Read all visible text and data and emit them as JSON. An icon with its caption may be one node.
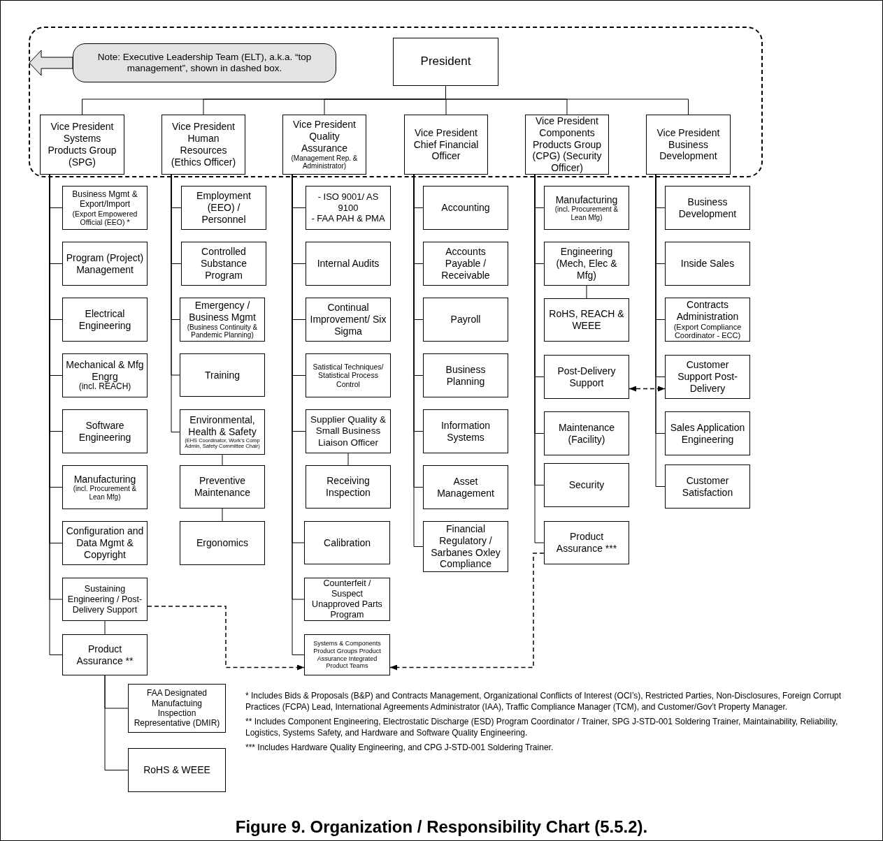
{
  "diagram": {
    "caption": "Figure 9. Organization / Responsibility Chart (5.5.2).",
    "nodes": [
      {
        "text": [],
        "shape": "box"
      },
      {
        "text": [
          "Note: Executive Leadership Team (ELT), a.k.a. “top management”, shown in dashed box."
        ],
        "in": 0
      },
      {
        "text": [
          "President"
        ],
        "in": 0
      },
      {
        "text": [
          "Vice President Systems Products Group (SPG)"
        ],
        "in": 0
      },
      {
        "text": [
          "Vice President Human Resources (Ethics Officer)"
        ],
        "in": 0
      },
      {
        "text": [
          "Vice President Quality Assurance",
          "(Management Rep. & Administrator)"
        ],
        "in": 0
      },
      {
        "text": [
          "Vice President Chief Financial Officer"
        ],
        "in": 0
      },
      {
        "text": [
          "Vice President Components Products Group (CPG) (Security Officer)"
        ],
        "in": 0
      },
      {
        "text": [
          "Vice President Business Development"
        ],
        "in": 0
      },
      {
        "text": [
          "Business Mgmt & Export/Import",
          "(Export Empowered Official (EEO) *"
        ]
      },
      {
        "text": [
          "Program (Project) Management"
        ]
      },
      {
        "text": [
          "Electrical Engineering"
        ]
      },
      {
        "text": [
          "Mechanical & Mfg Engrg",
          "(incl. REACH)"
        ]
      },
      {
        "text": [
          "Software Engineering"
        ]
      },
      {
        "text": [
          "Manufacturing",
          "(incl. Procurement & Lean Mfg)"
        ]
      },
      {
        "text": [
          "Configuration and Data Mgmt & Copyright"
        ]
      },
      {
        "text": [
          "Sustaining Engineering / Post-Delivery Support"
        ]
      },
      {
        "text": [
          "Product Assurance **"
        ]
      },
      {
        "text": [
          "FAA Designated Manufactuing Inspection Representative (DMIR)"
        ]
      },
      {
        "text": [
          "RoHS & WEEE"
        ]
      },
      {
        "text": [
          "Employment (EEO) / Personnel"
        ]
      },
      {
        "text": [
          "Controlled Substance Program"
        ]
      },
      {
        "text": [
          "Emergency / Business Mgmt",
          "(Business Continuity & Pandemic Planning)"
        ]
      },
      {
        "text": [
          "Training"
        ]
      },
      {
        "text": [
          "Environmental, Health & Safety",
          "(EHS Coordinator, Work's Comp Admin, Safety Committee Chair)"
        ]
      },
      {
        "text": [
          "Preventive Maintenance"
        ]
      },
      {
        "text": [
          "Ergonomics"
        ]
      },
      {
        "text": [
          "- ISO 9001/ AS 9100",
          "- FAA PAH & PMA"
        ]
      },
      {
        "text": [
          "Internal Audits"
        ]
      },
      {
        "text": [
          "Continual Improvement/ Six Sigma"
        ]
      },
      {
        "text": [
          "Satistical Techniques/ Statistical Process Control"
        ]
      },
      {
        "text": [
          "Supplier Quality & Small Business Liaison Officer"
        ]
      },
      {
        "text": [
          "Receiving Inspection"
        ]
      },
      {
        "text": [
          "Calibration"
        ]
      },
      {
        "text": [
          "Counterfeit / Suspect Unapproved Parts Program"
        ]
      },
      {
        "text": [
          "Systems & Components Product Groups Product Assurance Integrated Product Teams"
        ]
      },
      {
        "text": [
          "Accounting"
        ]
      },
      {
        "text": [
          "Accounts Payable / Receivable"
        ]
      },
      {
        "text": [
          "Payroll"
        ]
      },
      {
        "text": [
          "Business Planning"
        ]
      },
      {
        "text": [
          "Information Systems"
        ]
      },
      {
        "text": [
          "Asset Management"
        ]
      },
      {
        "text": [
          "Financial Regulatory / Sarbanes Oxley Compliance"
        ]
      },
      {
        "text": [
          "Manufacturing",
          "(incl. Procurement & Lean Mfg)"
        ]
      },
      {
        "text": [
          "Engineering (Mech, Elec & Mfg)"
        ]
      },
      {
        "text": [
          "RoHS, REACH & WEEE"
        ]
      },
      {
        "text": [
          "Post-Delivery Support"
        ]
      },
      {
        "text": [
          "Maintenance (Facility)"
        ]
      },
      {
        "text": [
          "Security"
        ]
      },
      {
        "text": [
          "Product Assurance ***"
        ]
      },
      {
        "text": [
          "Business Development"
        ]
      },
      {
        "text": [
          "Inside Sales"
        ]
      },
      {
        "text": [
          "Contracts Administration",
          "(Export Compliance Coordinator - ECC)"
        ]
      },
      {
        "text": [
          "Customer Support Post-Delivery"
        ]
      },
      {
        "text": [
          "Sales Application Engineering"
        ]
      },
      {
        "text": [
          "Customer Satisfaction"
        ]
      }
    ],
    "edges": [
      {
        "from": 2,
        "to": 3,
        "arrow": "none"
      },
      {
        "from": 2,
        "to": 4,
        "arrow": "none"
      },
      {
        "from": 2,
        "to": 5,
        "arrow": "none"
      },
      {
        "from": 2,
        "to": 6,
        "arrow": "none"
      },
      {
        "from": 2,
        "to": 7,
        "arrow": "none"
      },
      {
        "from": 2,
        "to": 8,
        "arrow": "none"
      },
      {
        "from": 3,
        "to": 9,
        "arrow": "none"
      },
      {
        "from": 3,
        "to": 10,
        "arrow": "none"
      },
      {
        "from": 3,
        "to": 11,
        "arrow": "none"
      },
      {
        "from": 3,
        "to": 12,
        "arrow": "none"
      },
      {
        "from": 3,
        "to": 13,
        "arrow": "none"
      },
      {
        "from": 3,
        "to": 14,
        "arrow": "none"
      },
      {
        "from": 3,
        "to": 15,
        "arrow": "none"
      },
      {
        "from": 3,
        "to": 16,
        "arrow": "none"
      },
      {
        "from": 3,
        "to": 17,
        "arrow": "none"
      },
      {
        "from": 16,
        "to": 17,
        "arrow": "none"
      },
      {
        "from": 17,
        "to": 18,
        "arrow": "none"
      },
      {
        "from": 17,
        "to": 19,
        "arrow": "none"
      },
      {
        "from": 4,
        "to": 20,
        "arrow": "none"
      },
      {
        "from": 4,
        "to": 21,
        "arrow": "none"
      },
      {
        "from": 4,
        "to": 22,
        "arrow": "none"
      },
      {
        "from": 4,
        "to": 23,
        "arrow": "none"
      },
      {
        "from": 4,
        "to": 24,
        "arrow": "none"
      },
      {
        "from": 24,
        "to": 25,
        "arrow": "none"
      },
      {
        "from": 25,
        "to": 26,
        "arrow": "none"
      },
      {
        "from": 5,
        "to": 27,
        "arrow": "none"
      },
      {
        "from": 5,
        "to": 28,
        "arrow": "none"
      },
      {
        "from": 5,
        "to": 29,
        "arrow": "none"
      },
      {
        "from": 5,
        "to": 30,
        "arrow": "none"
      },
      {
        "from": 5,
        "to": 31,
        "arrow": "none"
      },
      {
        "from": 31,
        "to": 32,
        "arrow": "none"
      },
      {
        "from": 5,
        "to": 33,
        "arrow": "none"
      },
      {
        "from": 5,
        "to": 34,
        "arrow": "none"
      },
      {
        "from": 5,
        "to": 35,
        "arrow": "none"
      },
      {
        "from": 6,
        "to": 36,
        "arrow": "none"
      },
      {
        "from": 6,
        "to": 37,
        "arrow": "none"
      },
      {
        "from": 6,
        "to": 38,
        "arrow": "none"
      },
      {
        "from": 6,
        "to": 39,
        "arrow": "none"
      },
      {
        "from": 6,
        "to": 40,
        "arrow": "none"
      },
      {
        "from": 6,
        "to": 41,
        "arrow": "none"
      },
      {
        "from": 6,
        "to": 42,
        "arrow": "none"
      },
      {
        "from": 7,
        "to": 43,
        "arrow": "none"
      },
      {
        "from": 7,
        "to": 44,
        "arrow": "none"
      },
      {
        "from": 44,
        "to": 45,
        "arrow": "none"
      },
      {
        "from": 7,
        "to": 46,
        "arrow": "none"
      },
      {
        "from": 7,
        "to": 47,
        "arrow": "none"
      },
      {
        "from": 7,
        "to": 48,
        "arrow": "none"
      },
      {
        "from": 7,
        "to": 49,
        "arrow": "none"
      },
      {
        "from": 8,
        "to": 50,
        "arrow": "none"
      },
      {
        "from": 8,
        "to": 51,
        "arrow": "none"
      },
      {
        "from": 8,
        "to": 52,
        "arrow": "none"
      },
      {
        "from": 8,
        "to": 53,
        "arrow": "none"
      },
      {
        "from": 8,
        "to": 54,
        "arrow": "none"
      },
      {
        "from": 8,
        "to": 55,
        "arrow": "none"
      },
      {
        "from": 46,
        "to": 53,
        "arrow": "both",
        "style": "dashed"
      },
      {
        "from": 16,
        "to": 35,
        "arrow": "to",
        "style": "dashed"
      },
      {
        "from": 49,
        "to": 35,
        "arrow": "to",
        "style": "dashed"
      },
      {
        "from": 1,
        "to": 0,
        "arrow": "to",
        "style": "thick"
      }
    ],
    "labels": [
      "* Includes Bids & Proposals (B&P) and Contracts Management, Organizational Conflicts of Interest (OCI’s), Restricted Parties, Non-Disclosures, Foreign Corrupt Practices (FCPA) Lead, International Agreements Administrator (IAA), Traffic Compliance Manager (TCM), and Customer/Gov’t Property Manager.",
      "** Includes Component Engineering, Electrostatic Discharge (ESD) Program Coordinator / Trainer, SPG J-STD-001 Soldering Trainer, Maintainability, Reliability, Logistics, Systems Safety, and Hardware and Software Quality Engineering.",
      "*** Includes Hardware Quality Engineering, and CPG J-STD-001 Soldering Trainer."
    ]
  }
}
